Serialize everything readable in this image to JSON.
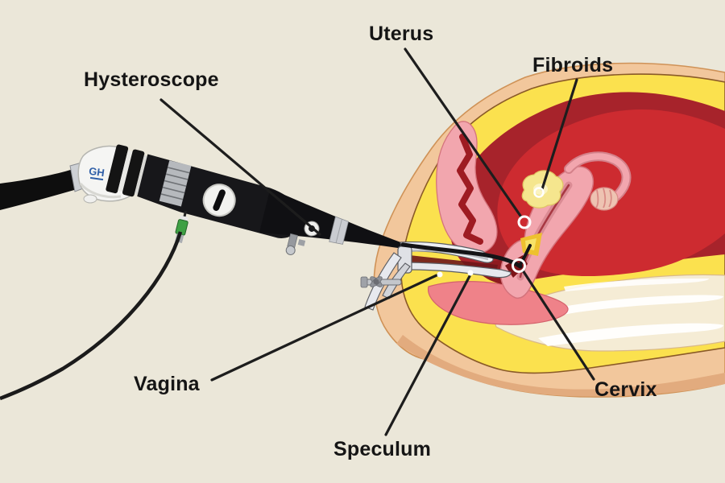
{
  "diagram": {
    "subject": "Hysteroscopy procedure with uterine fibroids - anatomical cross-section",
    "labels": [
      {
        "id": "hysteroscope",
        "text": "Hysteroscope"
      },
      {
        "id": "uterus",
        "text": "Uterus"
      },
      {
        "id": "fibroids",
        "text": "Fibroids"
      },
      {
        "id": "vagina",
        "text": "Vagina"
      },
      {
        "id": "cervix",
        "text": "Cervix"
      },
      {
        "id": "speculum",
        "text": "Speculum"
      }
    ],
    "device": {
      "logo_text": "GH"
    },
    "colors": {
      "background": "#ebe7d9",
      "skin_peach": "#f2c79c",
      "skin_shadow_tan": "#e2ab7e",
      "fat_yellow": "#fbe14e",
      "muscle_dark_red": "#a7232b",
      "cavity_bright_red": "#cd2b30",
      "organ_pink": "#f2a6ae",
      "mucosa_salmon": "#ef8289",
      "fornix_maroon": "#8e1b20",
      "fibroid_pale_yellow": "#f5e68e",
      "bone_cream": "#f5ecd5",
      "instrument_black": "#17171a",
      "instrument_white": "#f5f5f3",
      "steel_gray": "#c3c6cb",
      "connector_green": "#3fa044",
      "logo_blue": "#2f5fa8",
      "leader_line": "#1d1d1d",
      "marker_white": "#ffffff"
    }
  }
}
